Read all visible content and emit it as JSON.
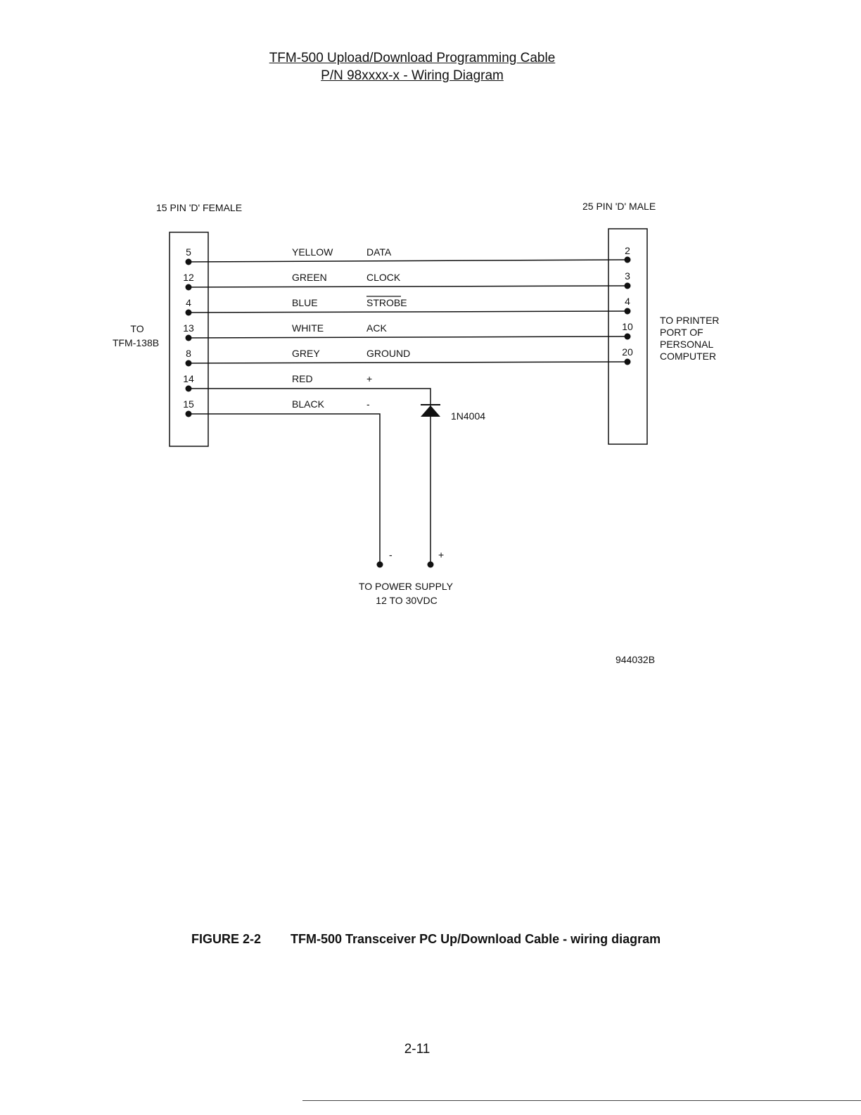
{
  "title": {
    "line1": "TFM-500 Upload/Download Programming Cable",
    "line2": "P/N 98xxxx-x - Wiring Diagram"
  },
  "left_connector": {
    "label": "15 PIN 'D' FEMALE",
    "side_label_1": "TO",
    "side_label_2": "TFM-138B",
    "pins": [
      "5",
      "12",
      "4",
      "13",
      "8",
      "14",
      "15"
    ]
  },
  "right_connector": {
    "label": "25 PIN 'D' MALE",
    "side_label_lines": [
      "TO PRINTER",
      "PORT OF",
      "PERSONAL",
      "COMPUTER"
    ],
    "pins": [
      "2",
      "3",
      "4",
      "10",
      "20"
    ]
  },
  "wires": [
    {
      "color": "YELLOW",
      "signal": "DATA"
    },
    {
      "color": "GREEN",
      "signal": "CLOCK"
    },
    {
      "color": "BLUE",
      "signal": "STROBE"
    },
    {
      "color": "WHITE",
      "signal": "ACK"
    },
    {
      "color": "GREY",
      "signal": "GROUND"
    },
    {
      "color": "RED",
      "signal": "+"
    },
    {
      "color": "BLACK",
      "signal": "-"
    }
  ],
  "diode": {
    "label": "1N4004"
  },
  "power": {
    "minus": "-",
    "plus": "+",
    "label_line1": "TO POWER SUPPLY",
    "label_line2": "12 TO 30VDC"
  },
  "drawing_number": "944032B",
  "caption": {
    "number": "FIGURE 2-2",
    "text": "TFM-500 Transceiver PC Up/Download Cable - wiring diagram"
  },
  "page_number": "2-11"
}
